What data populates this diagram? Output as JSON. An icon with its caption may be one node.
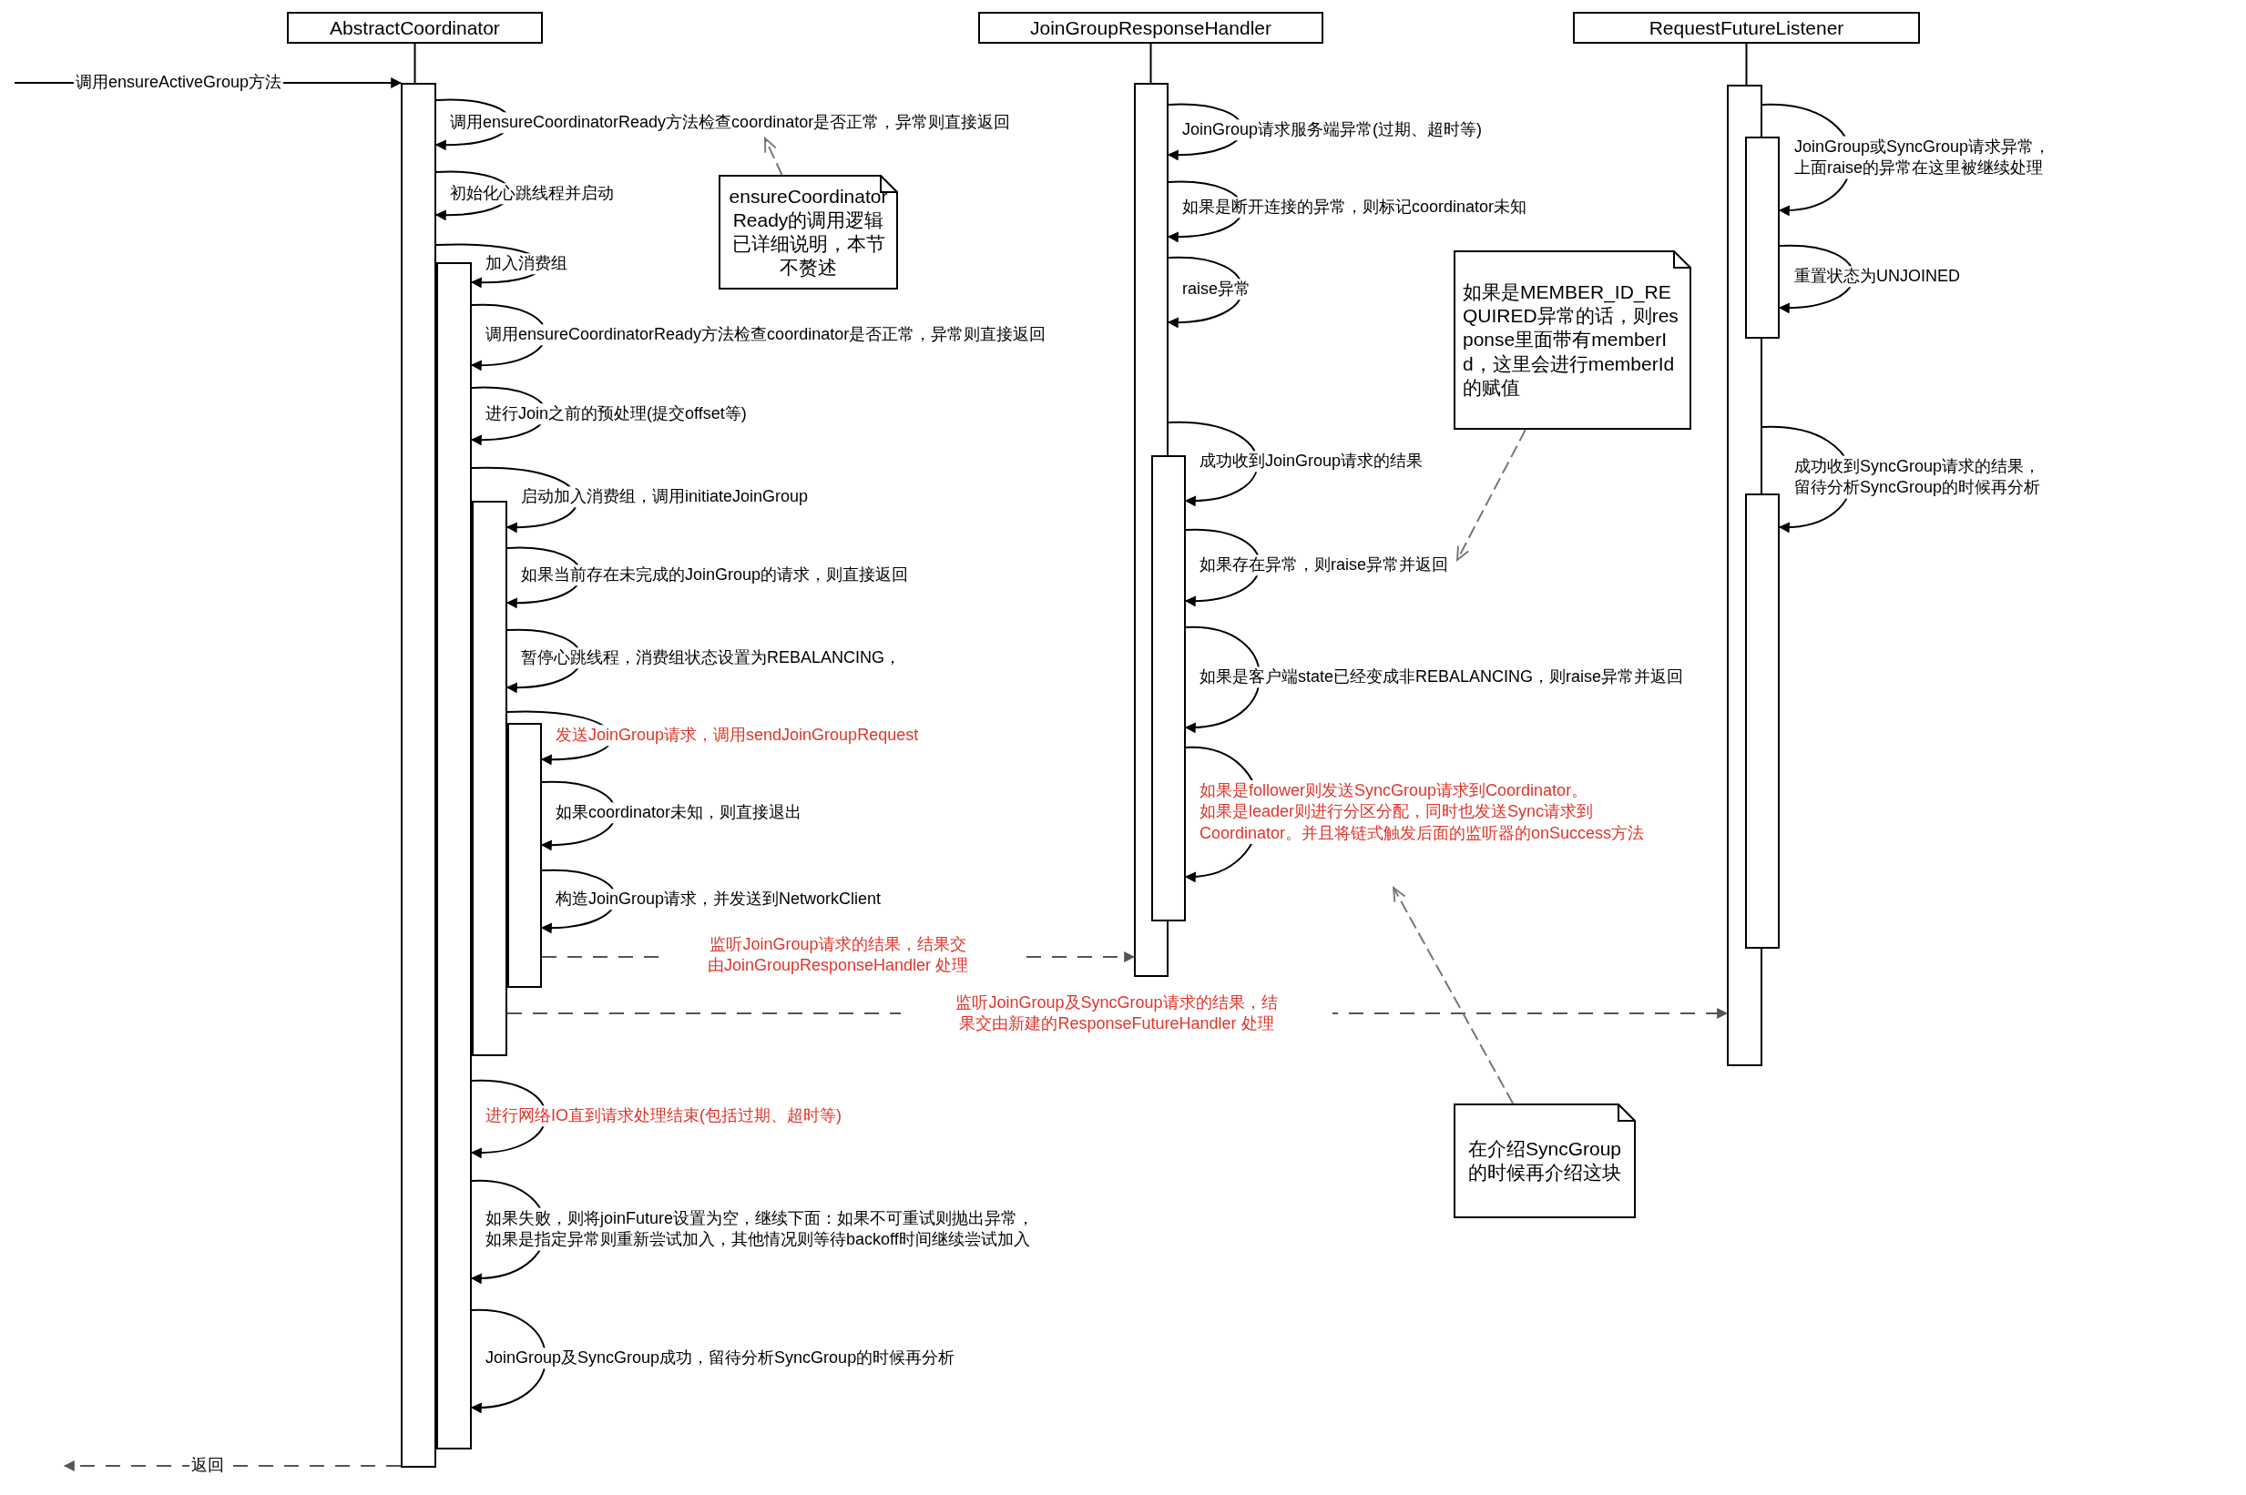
{
  "diagram": {
    "nodes": [
      {
        "text": [
          "AbstractCoordinator"
        ]
      },
      {
        "text": [
          "JoinGroupResponseHandler"
        ]
      },
      {
        "text": [
          "RequestFutureListener"
        ]
      },
      {
        "text": [],
        "shape": "bar"
      },
      {
        "text": [],
        "shape": "bar"
      },
      {
        "text": [],
        "shape": "bar"
      },
      {
        "text": [],
        "shape": "bar"
      },
      {
        "text": [],
        "shape": "bar"
      },
      {
        "text": [],
        "shape": "bar"
      },
      {
        "text": [],
        "shape": "bar"
      },
      {
        "text": [],
        "shape": "bar"
      },
      {
        "text": [],
        "shape": "bar"
      },
      {
        "text": [
          "ensureCoordinatorReady的调用逻辑已详细说明，本节不赘述"
        ]
      },
      {
        "text": [
          "如果是MEMBER_ID_REQUIRED异常的话，则response里面带有memberId，这里会进行memberId的赋值"
        ]
      },
      {
        "text": [
          "在介绍SyncGroup的时候再介绍这块"
        ]
      }
    ],
    "edges": [
      {
        "from": 0,
        "to": 3,
        "arrow": "none"
      },
      {
        "from": 1,
        "to": 7,
        "arrow": "none"
      },
      {
        "from": 2,
        "to": 9,
        "arrow": "none"
      },
      {
        "from": null,
        "to": 3,
        "arrow": "to",
        "label": "调用ensureActiveGroup方法"
      },
      {
        "from": 3,
        "to": 3,
        "arrow": "to",
        "label": "调用ensureCoordinatorReady方法检查coordinator是否正常，异常则直接返回"
      },
      {
        "from": 3,
        "to": 3,
        "arrow": "to",
        "label": "初始化心跳线程并启动"
      },
      {
        "from": 3,
        "to": 4,
        "arrow": "to",
        "label": "加入消费组"
      },
      {
        "from": 4,
        "to": 4,
        "arrow": "to",
        "label": "调用ensureCoordinatorReady方法检查coordinator是否正常，异常则直接返回"
      },
      {
        "from": 4,
        "to": 4,
        "arrow": "to",
        "label": "进行Join之前的预处理(提交offset等)"
      },
      {
        "from": 4,
        "to": 5,
        "arrow": "to",
        "label": "启动加入消费组，调用initiateJoinGroup"
      },
      {
        "from": 5,
        "to": 5,
        "arrow": "to",
        "label": "如果当前存在未完成的JoinGroup的请求，则直接返回"
      },
      {
        "from": 5,
        "to": 5,
        "arrow": "to",
        "label": "暂停心跳线程，消费组状态设置为REBALANCING，"
      },
      {
        "from": 5,
        "to": 6,
        "arrow": "to",
        "label": "发送JoinGroup请求，调用sendJoinGroupRequest"
      },
      {
        "from": 6,
        "to": 6,
        "arrow": "to",
        "label": "如果coordinator未知，则直接退出"
      },
      {
        "from": 6,
        "to": 6,
        "arrow": "to",
        "label": "构造JoinGroup请求，并发送到NetworkClient"
      },
      {
        "from": 6,
        "to": 7,
        "arrow": "to",
        "label": "监听JoinGroup请求的结果，结果交由JoinGroupResponseHandler 处理",
        "style": "dashed",
        "color": "#555555"
      },
      {
        "from": 5,
        "to": 9,
        "arrow": "to",
        "label": "监听JoinGroup及SyncGroup请求的结果，结果交由新建的ResponseFutureHandler 处理",
        "style": "dashed",
        "color": "#555555"
      },
      {
        "from": 4,
        "to": 4,
        "arrow": "to",
        "label": "进行网络IO直到请求处理结束(包括过期、超时等)"
      },
      {
        "from": 4,
        "to": 4,
        "arrow": "to",
        "label": "如果失败，则将joinFuture设置为空，继续下面：如果不可重试则抛出异常，如果是指定异常则重新尝试加入，其他情况则等待backoff时间继续尝试加入"
      },
      {
        "from": 4,
        "to": 4,
        "arrow": "to",
        "label": "JoinGroup及SyncGroup成功，留待分析SyncGroup的时候再分析"
      },
      {
        "from": 3,
        "to": null,
        "arrow": "to",
        "label": "返回",
        "style": "dashed",
        "color": "#555555"
      },
      {
        "from": 7,
        "to": 7,
        "arrow": "to",
        "label": "JoinGroup请求服务端异常(过期、超时等)"
      },
      {
        "from": 7,
        "to": 7,
        "arrow": "to",
        "label": "如果是断开连接的异常，则标记coordinator未知"
      },
      {
        "from": 7,
        "to": 7,
        "arrow": "to",
        "label": "raise异常"
      },
      {
        "from": 7,
        "to": 8,
        "arrow": "to",
        "label": "成功收到JoinGroup请求的结果"
      },
      {
        "from": 8,
        "to": 8,
        "arrow": "to",
        "label": "如果存在异常，则raise异常并返回"
      },
      {
        "from": 8,
        "to": 8,
        "arrow": "to",
        "label": "如果是客户端state已经变成非REBALANCING，则raise异常并返回"
      },
      {
        "from": 8,
        "to": 8,
        "arrow": "to",
        "label": "如果是follower则发送SyncGroup请求到Coordinator。如果是leader则进行分区分配，同时也发送Sync请求到Coordinator。并且将链式触发后面的监听器的onSuccess方法"
      },
      {
        "from": 9,
        "to": 10,
        "arrow": "to",
        "label": "JoinGroup或SyncGroup请求异常，上面raise的异常在这里被继续处理"
      },
      {
        "from": 10,
        "to": 10,
        "arrow": "to",
        "label": "重置状态为UNJOINED"
      },
      {
        "from": 9,
        "to": 11,
        "arrow": "to",
        "label": "成功收到SyncGroup请求的结果，留待分析SyncGroup的时候再分析"
      },
      {
        "from": 12,
        "to": null,
        "arrow": "to",
        "style": "dashed",
        "color": "#777777"
      },
      {
        "from": 13,
        "to": null,
        "arrow": "to",
        "style": "dashed",
        "color": "#777777"
      },
      {
        "from": 14,
        "to": null,
        "arrow": "to",
        "style": "dashed",
        "color": "#777777"
      }
    ]
  }
}
